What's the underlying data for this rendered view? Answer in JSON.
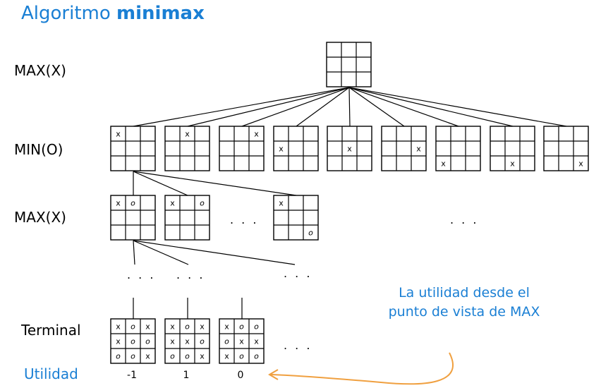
{
  "title": {
    "prefix": "Algoritmo",
    "bold": "minimax"
  },
  "levels": {
    "max1": "MAX(X)",
    "min": "MIN(O)",
    "max2": "MAX(X)",
    "terminal": "Terminal",
    "utility": "Utilidad"
  },
  "utilities": [
    "-1",
    "1",
    "0"
  ],
  "note": "La utilidad desde el punto de vista de MAX",
  "ellipsis": ". . .",
  "colors": {
    "accent": "#1a7fd4",
    "arrow": "#f0a040",
    "line": "#000000"
  },
  "boards": {
    "root": [
      "",
      "",
      "",
      "",
      "",
      "",
      "",
      "",
      ""
    ],
    "min_level": [
      [
        "x",
        "",
        "",
        "",
        "",
        "",
        "",
        "",
        ""
      ],
      [
        "",
        "x",
        "",
        "",
        "",
        "",
        "",
        "",
        ""
      ],
      [
        "",
        "",
        "x",
        "",
        "",
        "",
        "",
        "",
        ""
      ],
      [
        "",
        "",
        "",
        "x",
        "",
        "",
        "",
        "",
        ""
      ],
      [
        "",
        "",
        "",
        "",
        "x",
        "",
        "",
        "",
        ""
      ],
      [
        "",
        "",
        "",
        "",
        "",
        "x",
        "",
        "",
        ""
      ],
      [
        "",
        "",
        "",
        "",
        "",
        "",
        "x",
        "",
        ""
      ],
      [
        "",
        "",
        "",
        "",
        "",
        "",
        "",
        "x",
        ""
      ],
      [
        "",
        "",
        "",
        "",
        "",
        "",
        "",
        "",
        "x"
      ]
    ],
    "max_level": [
      [
        "x",
        "o",
        "",
        "",
        "",
        "",
        "",
        "",
        ""
      ],
      [
        "x",
        "",
        "o",
        "",
        "",
        "",
        "",
        "",
        ""
      ],
      [
        "x",
        "",
        "",
        "",
        "",
        "",
        "",
        "",
        "o"
      ]
    ],
    "terminal": [
      [
        "x",
        "o",
        "x",
        "x",
        "o",
        "o",
        "o",
        "o",
        "x"
      ],
      [
        "x",
        "o",
        "x",
        "x",
        "x",
        "o",
        "o",
        "o",
        "x"
      ],
      [
        "x",
        "o",
        "o",
        "o",
        "x",
        "x",
        "x",
        "o",
        "o"
      ]
    ]
  }
}
